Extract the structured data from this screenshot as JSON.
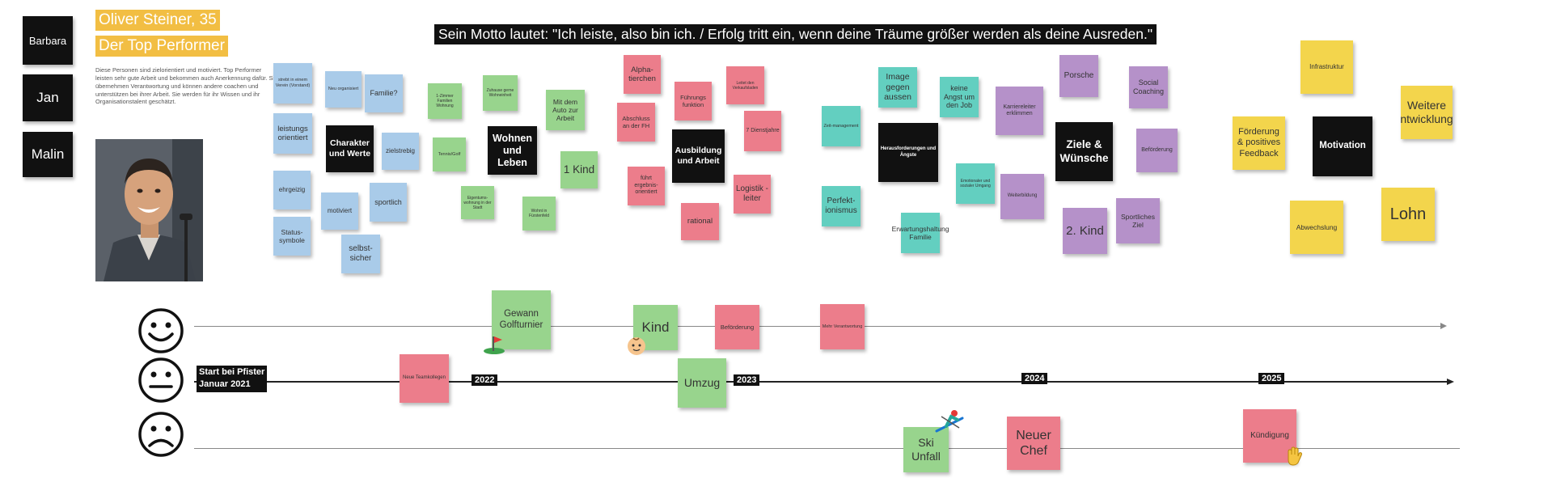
{
  "people": [
    "Barbara",
    "Jan",
    "Malin"
  ],
  "persona": {
    "name_age": "Oliver Steiner, 35",
    "type": "Der Top Performer",
    "description": "Diese Personen sind zielorientiert und motiviert. Top Performer leisten sehr gute Arbeit und bekommen auch Anerkennung dafür. Sie übernehmen Verantwortung und können andere coachen und unterstützen bei ihrer Arbeit. Sie werden für ihr Wissen und ihr Organisationstalent geschätzt."
  },
  "motto": "Sein Motto lautet: \"Ich leiste, also bin ich. / Erfolg tritt ein, wenn deine Träume größer werden als deine Ausreden.\"",
  "colors": {
    "blue": "#a9cbe9",
    "green": "#98d48d",
    "red": "#ec7d8b",
    "teal": "#63cfc0",
    "purple": "#b591c9",
    "yellow": "#f3d54c",
    "black": "#111111",
    "title_orange": "#f2be43"
  },
  "clusters": {
    "character": {
      "heading": "Charakter und Werte",
      "notes": [
        "strebt in einem Verein (Vorstand)",
        "Neu organisiert",
        "Familie?",
        "leistungs orientiert",
        "zielstrebig",
        "ehrgeizig",
        "motiviert",
        "sportlich",
        "Status-symbole",
        "selbst-sicher"
      ]
    },
    "living": {
      "heading": "Wohnen und Leben",
      "notes": [
        "1-Zimmer Familien Wohnung",
        "Zuhause gerne Wohneinheit",
        "Mit dem Auto zur Arbeit",
        "Tennis/Golf",
        "1 Kind",
        "Eigentums-wohnung in der Stadt",
        "Wohnt in Fürstenfeld"
      ]
    },
    "education": {
      "heading": "Ausbildung und Arbeit",
      "notes": [
        "Alpha-tierchen",
        "Führungs funktion",
        "Leitet den Verkaufsladen",
        "Abschluss an der FH",
        "7 Dienstjahre",
        "führt ergebnis-orientiert",
        "Logistik -leiter",
        "rational"
      ]
    },
    "challenges": {
      "heading": "Herausforderungen und Ängste",
      "notes": [
        "Image gegen aussen",
        "keine Angst um den Job",
        "Zeit-management",
        "Perfekt-ionismus",
        "Emotionaler und sozialer Umgang",
        "Erwartungshaltung Familie"
      ]
    },
    "goals": {
      "heading": "Ziele & Wünsche",
      "notes": [
        "Porsche",
        "Social Coaching",
        "Karriereleiter erklimmen",
        "Beförderung",
        "Weiterbildung",
        "2. Kind",
        "Sportliches Ziel"
      ]
    },
    "motivation": {
      "heading": "Motivation",
      "notes": [
        "Infrastruktur",
        "Weitere ntwicklung",
        "Förderung & positives Feedback",
        "Abwechslung",
        "Lohn"
      ]
    }
  },
  "timeline": {
    "start": "Start bei Pfister\nJanuar 2021",
    "years": [
      "2022",
      "2023",
      "2024",
      "2025"
    ],
    "events": {
      "golf": "Gewann Golfturnier",
      "kind": "Kind",
      "befoerderung": "Beförderung",
      "mehr_verantwortung": "Mehr Verantwortung",
      "neue_teamkollegen": "Neue Teamkollegen",
      "umzug": "Umzug",
      "ski_unfall": "Ski Unfall",
      "neuer_chef": "Neuer Chef",
      "kuendigung": "Kündigung"
    }
  },
  "icons": {
    "golf": "golf-flag-icon",
    "baby": "baby-icon",
    "skier": "skier-icon",
    "wave": "waving-hand-icon",
    "happy": "happy-face-icon",
    "neutral": "neutral-face-icon",
    "sad": "sad-face-icon"
  }
}
